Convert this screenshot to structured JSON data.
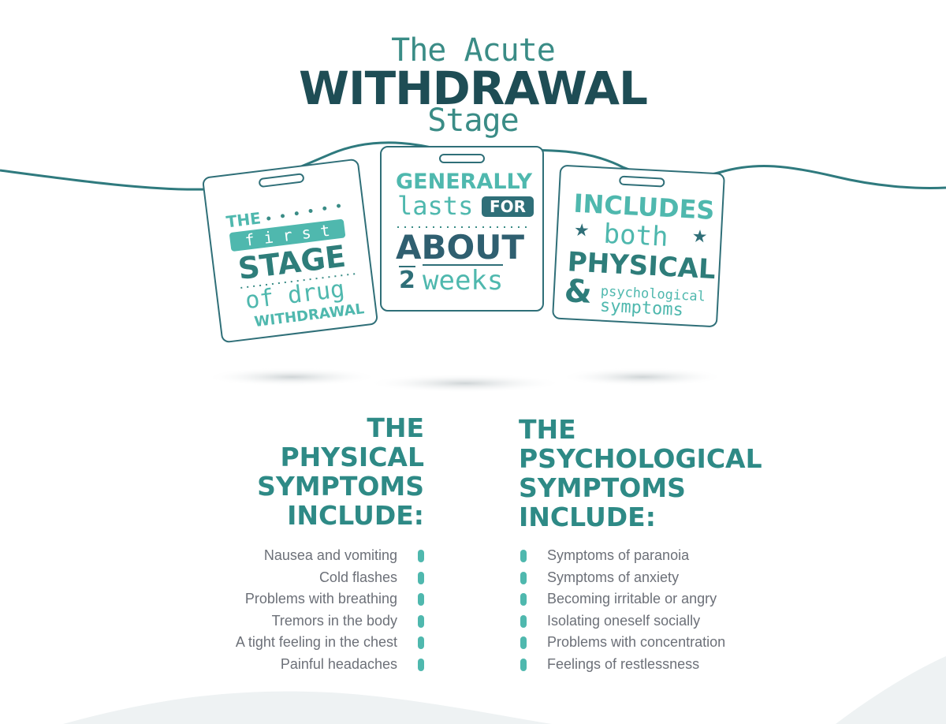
{
  "title": {
    "line1": "The Acute",
    "line2": "WITHDRAWAL",
    "line3": "Stage"
  },
  "cards": {
    "card1": {
      "the": "THE",
      "first": "f i r s t",
      "stage": "STAGE",
      "of_drug": "of drug",
      "withdrawal": "WITHDRAWAL"
    },
    "card2": {
      "generally": "GENERALLY",
      "lasts": "lasts",
      "for": "FOR",
      "about": "ABOUT",
      "num": "2",
      "weeks": "weeks"
    },
    "card3": {
      "includes": "INCLUDES",
      "both": "both",
      "physical": "PHYSICAL",
      "amp": "&",
      "psychological": "psychological",
      "symptoms": "symptoms"
    }
  },
  "physical": {
    "heading": [
      "THE",
      "PHYSICAL",
      "SYMPTOMS",
      "INCLUDE:"
    ],
    "items": [
      "Nausea and vomiting",
      "Cold flashes",
      "Problems with breathing",
      "Tremors in the body",
      "A tight feeling in the chest",
      "Painful headaches"
    ]
  },
  "psychological": {
    "heading": [
      "THE",
      "PSYCHOLOGICAL",
      "SYMPTOMS",
      "INCLUDE:"
    ],
    "items": [
      "Symptoms of paranoia",
      "Symptoms of anxiety",
      "Becoming irritable or angry",
      "Isolating oneself socially",
      "Problems with concentration",
      "Feelings of restlessness"
    ]
  },
  "colors": {
    "dark_teal": "#1e4d55",
    "mid_teal": "#3a8c86",
    "light_teal": "#4fb8ae",
    "text_gray": "#6c7078"
  }
}
